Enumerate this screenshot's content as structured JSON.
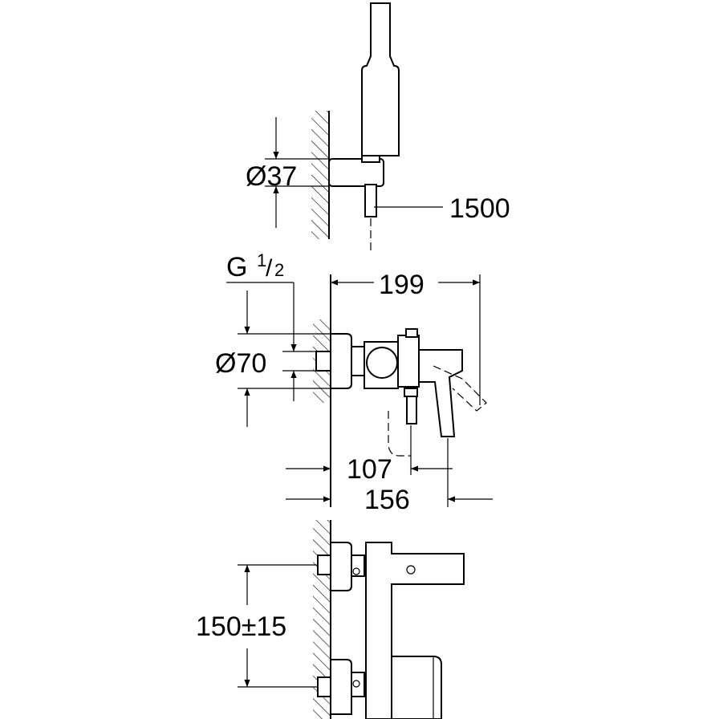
{
  "dimensions": {
    "hand_shower_diameter": "Ø37",
    "hose_length": "1500",
    "thread_prefix": "G",
    "thread_numerator": "1",
    "thread_slash": "/",
    "thread_denominator": "2",
    "overall_depth": "199",
    "body_diameter": "Ø70",
    "spout_offset": "107",
    "lever_offset": "156",
    "inlet_spacing": "150±15"
  }
}
